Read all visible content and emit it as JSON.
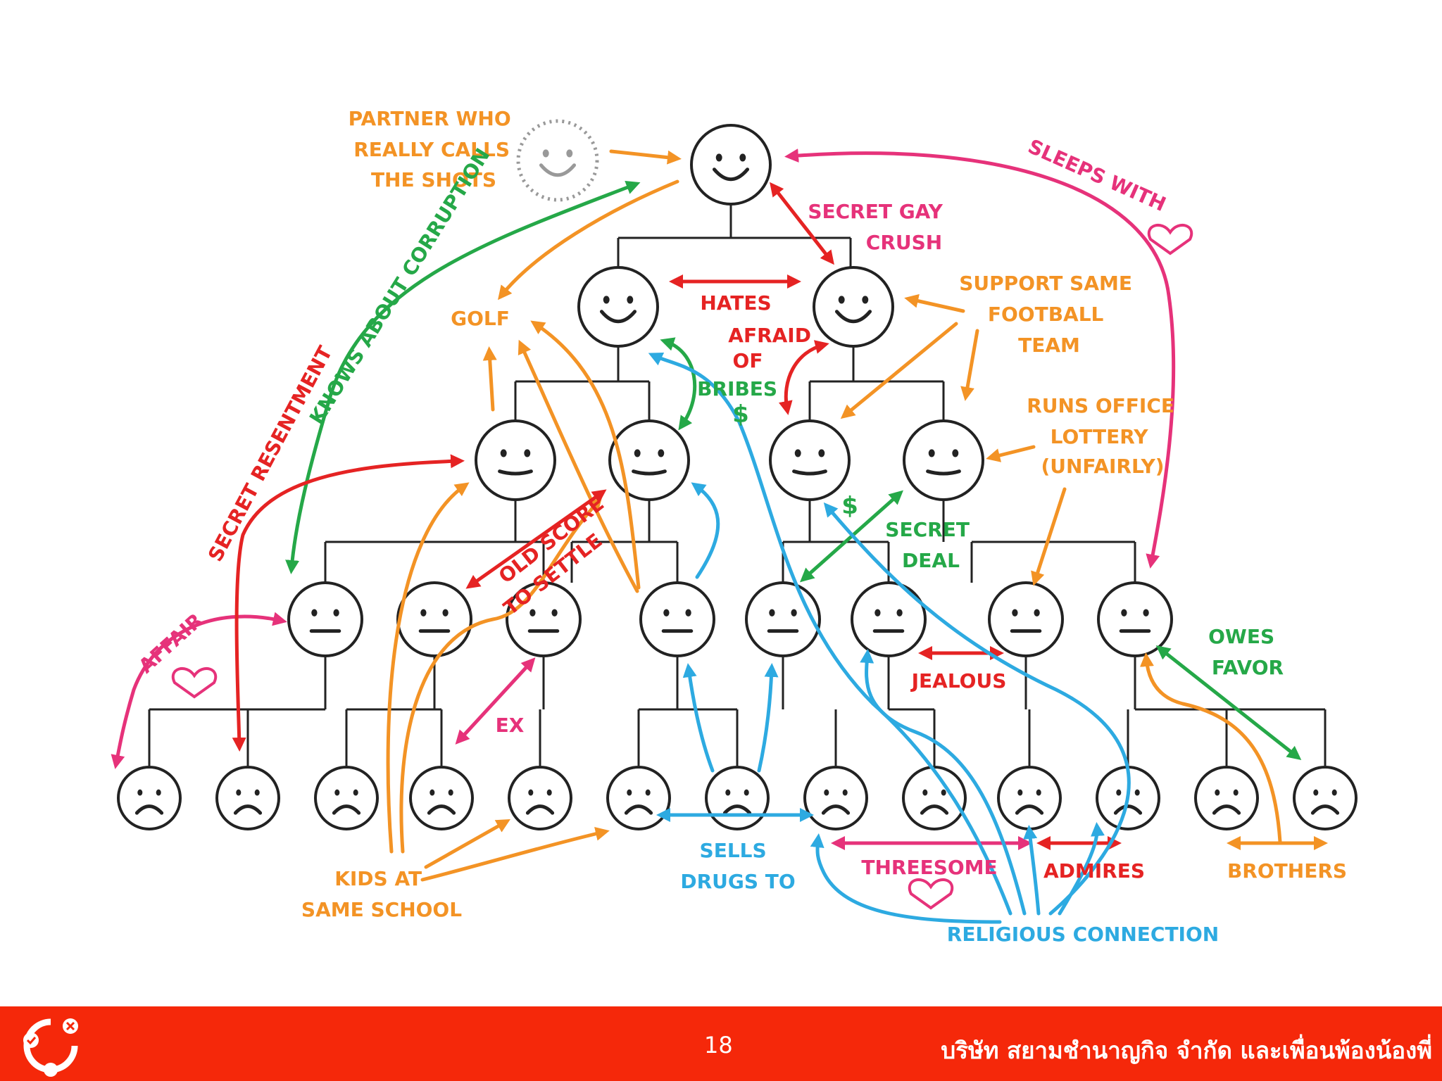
{
  "labels": {
    "partner_calls_shots": [
      "PARTNER WHO",
      "REALLY CALLS",
      "THE SHOTS"
    ],
    "sleeps_with": "SLEEPS WITH",
    "secret_gay_crush": [
      "SECRET GAY",
      "CRUSH"
    ],
    "hates": "HATES",
    "golf": "GOLF",
    "knows_about_corruption": "KNOWS ABOUT CORRUPTION",
    "support_same_team": [
      "SUPPORT SAME",
      "FOOTBALL",
      "TEAM"
    ],
    "afraid_of": [
      "AFRAID",
      "OF"
    ],
    "bribes": [
      "BRIBES",
      "$"
    ],
    "runs_office_lottery": [
      "RUNS OFFICE",
      "LOTTERY",
      "(UNFAIRLY)"
    ],
    "secret_resentment": "SECRET RESENTMENT",
    "old_score": [
      "OLD SCORE",
      "TO SETTLE"
    ],
    "secret_deal": [
      "$",
      "SECRET",
      "DEAL"
    ],
    "affair": "AFFAIR",
    "owes_favor": [
      "OWES",
      "FAVOR"
    ],
    "jealous": "JEALOUS",
    "ex": "EX",
    "kids_same_school": [
      "KIDS AT",
      "SAME SCHOOL"
    ],
    "sells_drugs_to": [
      "SELLS",
      "DRUGS TO"
    ],
    "threesome": "THREESOME",
    "admires": "ADMIRES",
    "brothers": "BROTHERS",
    "religious_connection": "RELIGIOUS CONNECTION"
  },
  "colors": {
    "orange": "#f39325",
    "pink": "#e6327a",
    "green": "#25a848",
    "red": "#e52323",
    "blue": "#2daae1",
    "line": "#222222",
    "footer": "#f5280a"
  },
  "footer": {
    "page_number": "18",
    "company": "บริษัท สยามชำนาญกิจ จำกัด และเพื่อนพ้องน้องพี่"
  }
}
